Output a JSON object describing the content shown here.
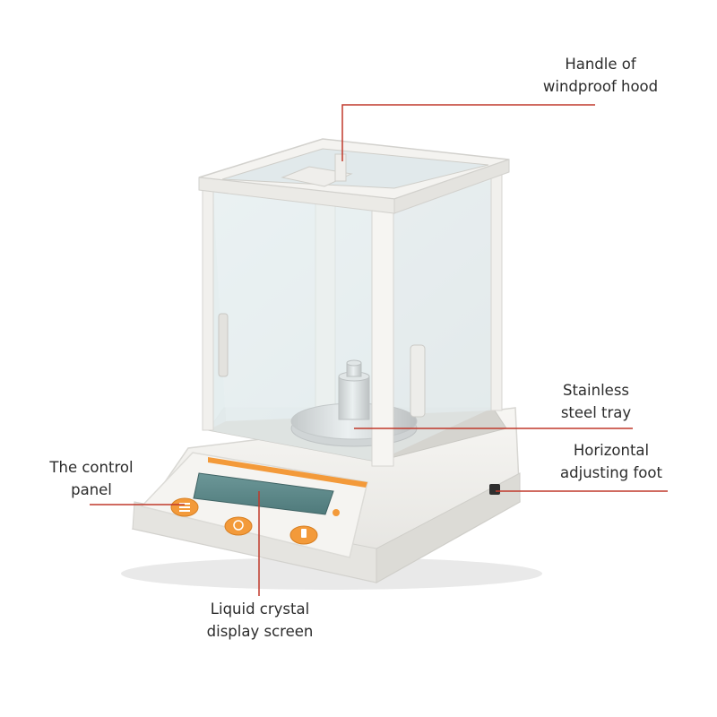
{
  "labels": {
    "handle": {
      "line1": "Handle of",
      "line2": "windproof hood"
    },
    "tray": {
      "line1": "Stainless",
      "line2": "steel tray"
    },
    "foot": {
      "line1": "Horizontal",
      "line2": "adjusting foot"
    },
    "control": {
      "line1": "The control",
      "line2": "panel"
    },
    "lcd": {
      "line1": "Liquid crystal",
      "line2": "display screen"
    }
  },
  "colors": {
    "leader_line": "#c0392b",
    "body": "#f2f1ee",
    "glass": "#e7eef0",
    "lcd": "#5f8a8c",
    "accent_orange": "#f39a3a"
  },
  "icons": [
    "menu-icon",
    "tare-icon",
    "power-icon"
  ]
}
